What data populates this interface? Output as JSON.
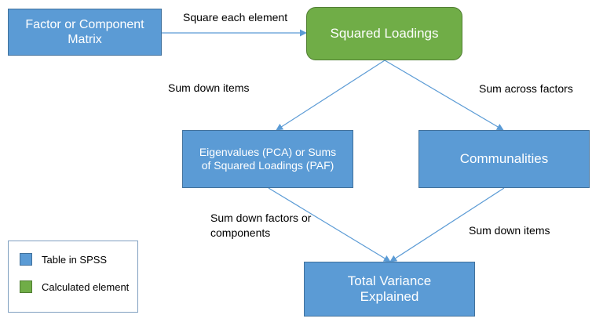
{
  "nodes": {
    "factor_matrix": {
      "label": "Factor or Component Matrix"
    },
    "squared_loadings": {
      "label": "Squared Loadings"
    },
    "eigenvalues": {
      "label": "Eigenvalues (PCA) or Sums of Squared Loadings (PAF)"
    },
    "communalities": {
      "label": "Communalities"
    },
    "total_variance": {
      "label": "Total Variance Explained"
    }
  },
  "edges": {
    "square_each": {
      "label": "Square each element"
    },
    "sum_down_items_left": {
      "label": "Sum down items"
    },
    "sum_across_factors": {
      "label": "Sum across factors"
    },
    "sum_down_factors": {
      "label": "Sum down factors or components"
    },
    "sum_down_items_right": {
      "label": "Sum down items"
    }
  },
  "legend": {
    "items": [
      {
        "label": "Table in SPSS",
        "color": "#5b9bd5"
      },
      {
        "label": "Calculated element",
        "color": "#70ad47"
      }
    ]
  },
  "colors": {
    "table_fill": "#5b9bd5",
    "calculated_fill": "#70ad47",
    "arrow": "#5b9bd5"
  }
}
